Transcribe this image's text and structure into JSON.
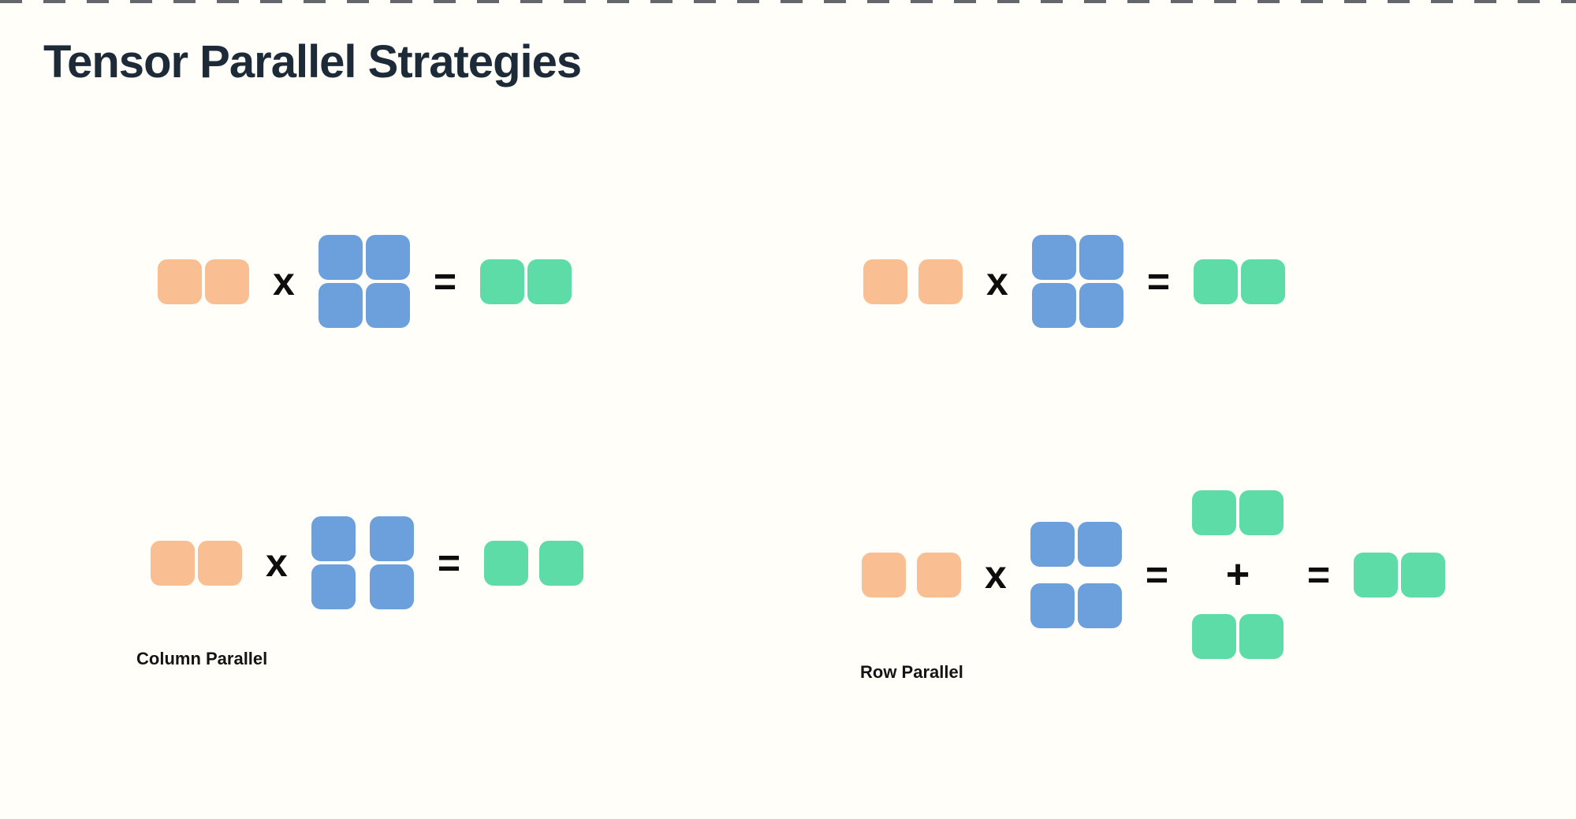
{
  "title": "Tensor Parallel Strategies",
  "colors": {
    "background": "#FFFEF8",
    "top_dash": "#494E54",
    "title_text": "#1D2B38",
    "operator": "#0D0D0D",
    "input_block": "#F9BE92",
    "weight_block": "#6CA0DC",
    "output_block": "#5EDCA7"
  },
  "diagrams": {
    "top_left": {
      "caption": "",
      "sequence": [
        {
          "kind": "pair",
          "color": "input_block",
          "split": false
        },
        {
          "kind": "op",
          "symbol": "x"
        },
        {
          "kind": "grid",
          "color": "weight_block",
          "split": "none"
        },
        {
          "kind": "op",
          "symbol": "="
        },
        {
          "kind": "pair",
          "color": "output_block",
          "split": false
        }
      ]
    },
    "top_right": {
      "caption": "",
      "sequence": [
        {
          "kind": "pair",
          "color": "input_block",
          "split": true
        },
        {
          "kind": "op",
          "symbol": "x"
        },
        {
          "kind": "grid",
          "color": "weight_block",
          "split": "none"
        },
        {
          "kind": "op",
          "symbol": "="
        },
        {
          "kind": "pair",
          "color": "output_block",
          "split": false
        }
      ]
    },
    "bottom_left": {
      "caption": "Column Parallel",
      "sequence": [
        {
          "kind": "pair",
          "color": "input_block",
          "split": false
        },
        {
          "kind": "op",
          "symbol": "x"
        },
        {
          "kind": "grid",
          "color": "weight_block",
          "split": "columns"
        },
        {
          "kind": "op",
          "symbol": "="
        },
        {
          "kind": "pair",
          "color": "output_block",
          "split": true
        }
      ]
    },
    "bottom_right": {
      "caption": "Row Parallel",
      "sequence": [
        {
          "kind": "pair",
          "color": "input_block",
          "split": true
        },
        {
          "kind": "op",
          "symbol": "x"
        },
        {
          "kind": "grid",
          "color": "weight_block",
          "split": "rows"
        },
        {
          "kind": "op",
          "symbol": "="
        },
        {
          "kind": "stack",
          "items": [
            {
              "kind": "pair",
              "color": "output_block",
              "split": false
            },
            {
              "kind": "op",
              "symbol": "+"
            },
            {
              "kind": "pair",
              "color": "output_block",
              "split": false
            }
          ]
        },
        {
          "kind": "op",
          "symbol": "="
        },
        {
          "kind": "pair",
          "color": "output_block",
          "split": false
        }
      ]
    }
  }
}
